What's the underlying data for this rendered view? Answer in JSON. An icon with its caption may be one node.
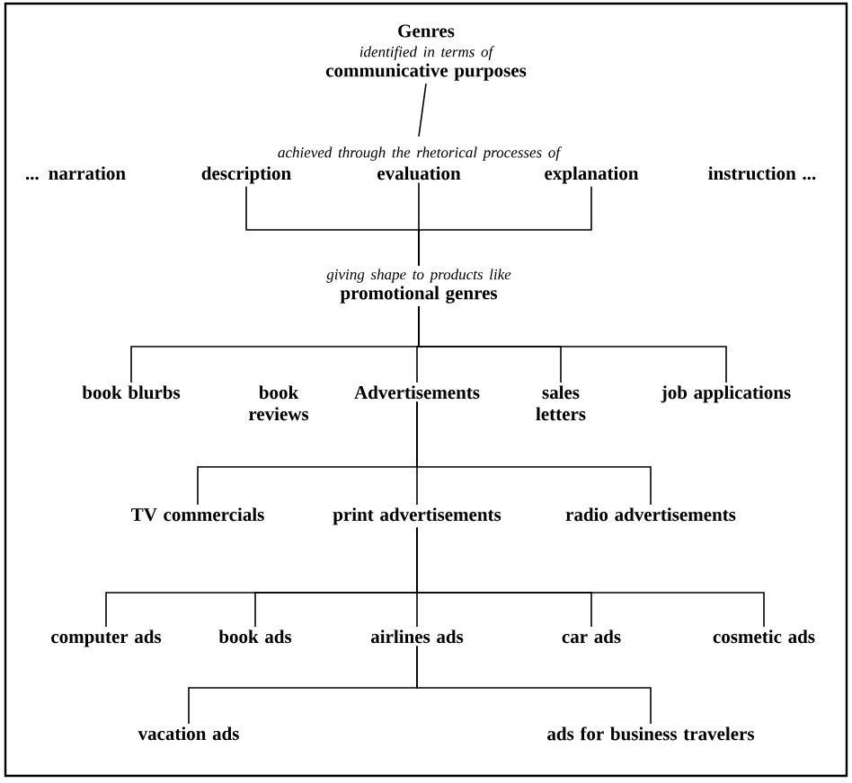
{
  "diagram": {
    "nodes": [
      {
        "text": [
          "Genres",
          "identified in terms of",
          "communicative purposes"
        ]
      },
      {
        "text": [
          "achieved through the rhetorical processes of"
        ]
      },
      {
        "text": [
          "description"
        ]
      },
      {
        "text": [
          "evaluation"
        ]
      },
      {
        "text": [
          "explanation"
        ]
      },
      {
        "text": [
          "giving shape to products like",
          "promotional genres"
        ]
      },
      {
        "text": [
          "book blurbs"
        ]
      },
      {
        "text": [
          "Advertisements"
        ]
      },
      {
        "text": [
          "sales letters"
        ]
      },
      {
        "text": [
          "job applications"
        ]
      },
      {
        "text": [
          "TV commercials"
        ]
      },
      {
        "text": [
          "print advertisements"
        ]
      },
      {
        "text": [
          "radio advertisements"
        ]
      },
      {
        "text": [
          "computer ads"
        ]
      },
      {
        "text": [
          "book ads"
        ]
      },
      {
        "text": [
          "airlines ads"
        ]
      },
      {
        "text": [
          "car ads"
        ]
      },
      {
        "text": [
          "cosmetic ads"
        ]
      },
      {
        "text": [
          "vacation ads"
        ]
      },
      {
        "text": [
          "ads for business travelers"
        ]
      }
    ],
    "edges": [
      {
        "from": 0,
        "to": 1,
        "arrow": "none"
      },
      {
        "from": 2,
        "to": 5,
        "arrow": "none"
      },
      {
        "from": 3,
        "to": 5,
        "arrow": "none"
      },
      {
        "from": 4,
        "to": 5,
        "arrow": "none"
      },
      {
        "from": 5,
        "to": 6,
        "arrow": "none"
      },
      {
        "from": 5,
        "to": 7,
        "arrow": "none"
      },
      {
        "from": 5,
        "to": 8,
        "arrow": "none"
      },
      {
        "from": 5,
        "to": 9,
        "arrow": "none"
      },
      {
        "from": 7,
        "to": 10,
        "arrow": "none"
      },
      {
        "from": 7,
        "to": 11,
        "arrow": "none"
      },
      {
        "from": 7,
        "to": 12,
        "arrow": "none"
      },
      {
        "from": 11,
        "to": 13,
        "arrow": "none"
      },
      {
        "from": 11,
        "to": 14,
        "arrow": "none"
      },
      {
        "from": 11,
        "to": 15,
        "arrow": "none"
      },
      {
        "from": 11,
        "to": 16,
        "arrow": "none"
      },
      {
        "from": 11,
        "to": 17,
        "arrow": "none"
      },
      {
        "from": 15,
        "to": 18,
        "arrow": "none"
      },
      {
        "from": 15,
        "to": 19,
        "arrow": "none"
      }
    ],
    "labels": [
      "... narration",
      "instruction ...",
      "book reviews"
    ]
  }
}
